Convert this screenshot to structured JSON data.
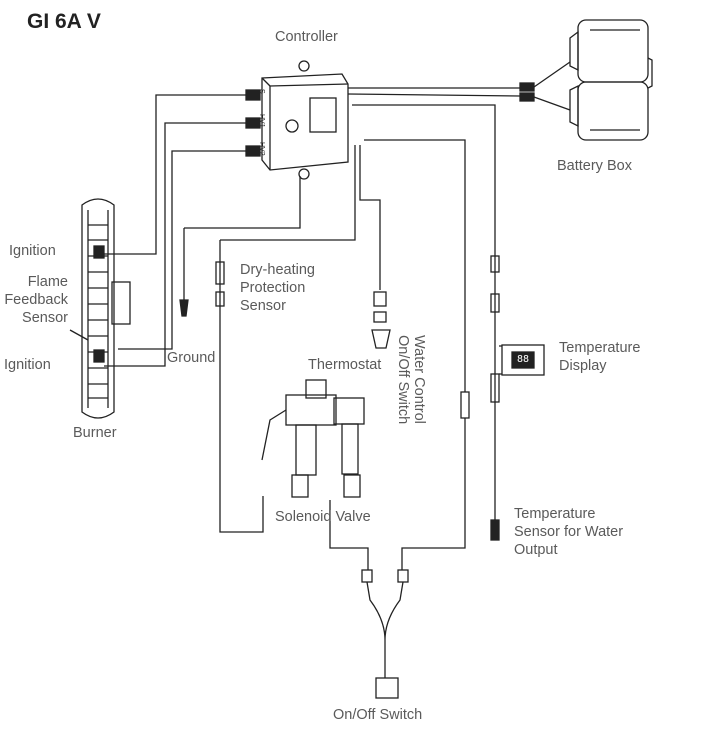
{
  "title": "GI 6A V",
  "labels": {
    "controller": "Controller",
    "battery_box": "Battery Box",
    "ignition_top": "Ignition",
    "flame_feedback": "Flame\nFeedback\nSensor",
    "ignition_bottom": "Ignition",
    "burner": "Burner",
    "ground": "Ground",
    "dry_heating": "Dry-heating\nProtection\nSensor",
    "thermostat": "Thermostat",
    "water_control": "Water Control\nOn/Off Switch",
    "temperature_display": "Temperature\nDisplay",
    "solenoid_valve": "Solenoid Valve",
    "temperature_sensor": "Temperature\nSensor for Water\nOutput",
    "on_off_switch": "On/Off Switch"
  },
  "display_readout": "88",
  "controller_ports": [
    "S",
    "HV1",
    "HV2"
  ]
}
